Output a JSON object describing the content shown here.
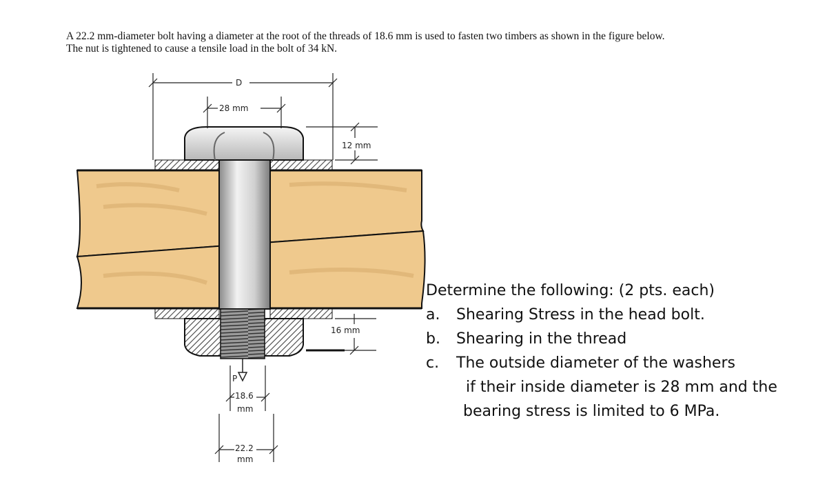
{
  "problem": {
    "line1": "A 22.2 mm-diameter bolt having a diameter at the root of the threads of 18.6 mm is used to fasten two timbers as shown in the figure below.",
    "line2": "The nut is tightened to cause a tensile load in the bolt of 34 kN."
  },
  "figure": {
    "label_D": "D",
    "label_28mm": "28 mm",
    "label_12mm": "12 mm",
    "label_16mm": "16 mm",
    "label_P": "P",
    "label_18_6": "18.6",
    "label_18_6_unit": "mm",
    "label_22_2": "22.2",
    "label_22_2_unit": "mm",
    "colors": {
      "wood": "#efc98d",
      "wood_dark": "#d9ac66",
      "bolt": "#c9c9c9",
      "outline": "#111111"
    }
  },
  "tasks": {
    "heading": "Determine the following: (2 pts. each)",
    "items": [
      {
        "label": "a.",
        "text": "Shearing Stress in the head bolt."
      },
      {
        "label": "b.",
        "text": "Shearing in the thread"
      },
      {
        "label": "c.",
        "text": "The outside diameter of the washers"
      }
    ],
    "continuation1": "if their inside diameter is 28 mm and the",
    "continuation2": "bearing stress is limited to 6 MPa."
  }
}
